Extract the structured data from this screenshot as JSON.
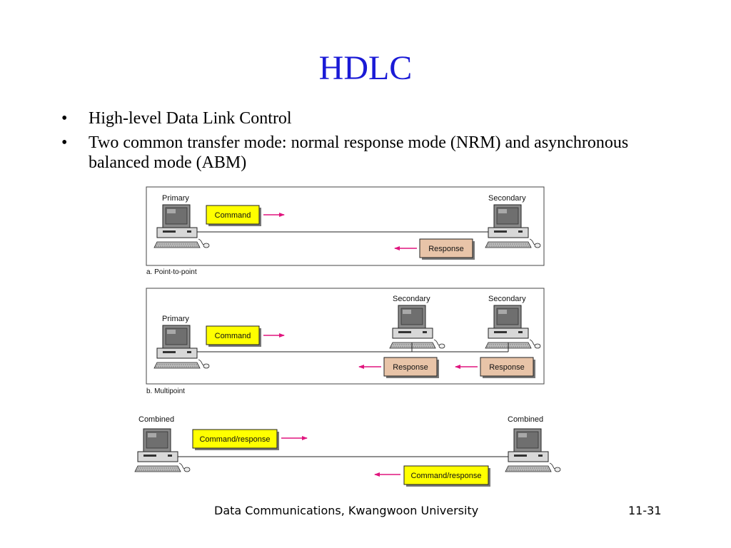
{
  "slide": {
    "title": "HDLC",
    "bullets": [
      "High-level Data Link Control",
      "Two common transfer mode: normal response mode (NRM) and asynchronous balanced mode (ABM)"
    ],
    "bullet_symbol": "•"
  },
  "diagram": {
    "point_to_point": {
      "caption": "a. Point-to-point",
      "primary_label": "Primary",
      "secondary_label": "Secondary",
      "command_label": "Command",
      "response_label": "Response"
    },
    "multipoint": {
      "caption": "b. Multipoint",
      "primary_label": "Primary",
      "secondary_label_1": "Secondary",
      "secondary_label_2": "Secondary",
      "command_label": "Command",
      "response_label_1": "Response",
      "response_label_2": "Response"
    },
    "balanced": {
      "combined_label_1": "Combined",
      "combined_label_2": "Combined",
      "frame_label_1": "Command/response",
      "frame_label_2": "Command/response"
    },
    "colors": {
      "command_box": "#ffff00",
      "response_box": "#e8c4a8",
      "arrow": "#e0157e",
      "title": "#1a1ad6"
    }
  },
  "footer": {
    "source": "Data Communications, Kwangwoon University",
    "page": "11-31"
  }
}
